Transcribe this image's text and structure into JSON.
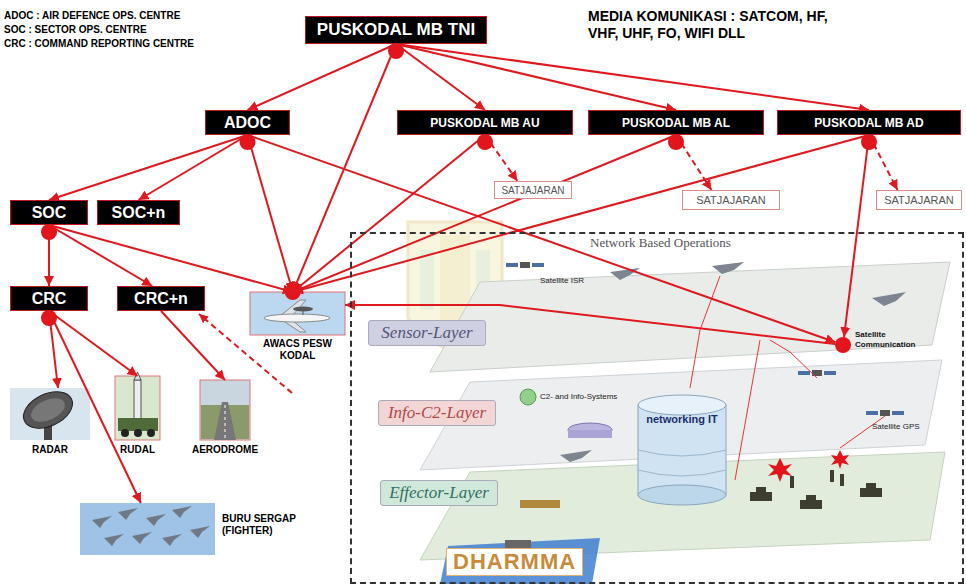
{
  "diagram": {
    "nodes": [
      {
        "text": [
          "PUSKODAL MB TNI"
        ]
      },
      {
        "text": [
          "ADOC"
        ]
      },
      {
        "text": [
          "PUSKODAL MB AU"
        ]
      },
      {
        "text": [
          "PUSKODAL MB AL"
        ]
      },
      {
        "text": [
          "PUSKODAL MB AD"
        ]
      },
      {
        "text": [
          "SATJAJARAN"
        ]
      },
      {
        "text": [
          "SATJAJARAN"
        ]
      },
      {
        "text": [
          "SATJAJARAN"
        ]
      },
      {
        "text": [
          "SOC"
        ]
      },
      {
        "text": [
          "SOC+n"
        ]
      },
      {
        "text": [
          "CRC"
        ]
      },
      {
        "text": [
          "CRC+n"
        ]
      },
      {
        "text": [
          "AWACS PESW KODAL"
        ]
      },
      {
        "text": [
          "RADAR"
        ]
      },
      {
        "text": [
          "RUDAL"
        ]
      },
      {
        "text": [
          "AERODROME"
        ]
      },
      {
        "text": [
          "BURU SERGAP (FIGHTER)"
        ]
      },
      {
        "text": [
          "Network Based Operations"
        ]
      },
      {
        "text": [
          "Sensor-Layer"
        ],
        "in": 17
      },
      {
        "text": [
          "Satellite Communication"
        ],
        "in": 17
      },
      {
        "text": [
          "C2- and Info-Systems"
        ],
        "in": 17
      },
      {
        "text": [
          "Info-C2-Layer"
        ],
        "in": 17
      },
      {
        "text": [
          "networking IT"
        ],
        "in": 17
      },
      {
        "text": [
          "Effector-Layer"
        ],
        "in": 17
      }
    ],
    "edges": [
      {
        "from": 0,
        "to": 1,
        "arrow": "to"
      },
      {
        "from": 0,
        "to": 2,
        "arrow": "to"
      },
      {
        "from": 0,
        "to": 3,
        "arrow": "to"
      },
      {
        "from": 0,
        "to": 4,
        "arrow": "to"
      },
      {
        "from": 0,
        "to": 12,
        "arrow": "to"
      },
      {
        "from": 1,
        "to": 8,
        "arrow": "to"
      },
      {
        "from": 1,
        "to": 9,
        "arrow": "to"
      },
      {
        "from": 1,
        "to": 12,
        "arrow": "to"
      },
      {
        "from": 1,
        "to": 19,
        "arrow": "to"
      },
      {
        "from": 2,
        "to": 5,
        "arrow": "to"
      },
      {
        "from": 2,
        "to": 12,
        "arrow": "to"
      },
      {
        "from": 3,
        "to": 6,
        "arrow": "to"
      },
      {
        "from": 3,
        "to": 12,
        "arrow": "to"
      },
      {
        "from": 4,
        "to": 7,
        "arrow": "to"
      },
      {
        "from": 4,
        "to": 12,
        "arrow": "to"
      },
      {
        "from": 4,
        "to": 19,
        "arrow": "to"
      },
      {
        "from": 8,
        "to": 10,
        "arrow": "to"
      },
      {
        "from": 8,
        "to": 11,
        "arrow": "to"
      },
      {
        "from": 8,
        "to": 12,
        "arrow": "to"
      },
      {
        "from": 10,
        "to": 13,
        "arrow": "both"
      },
      {
        "from": 10,
        "to": 14,
        "arrow": "to"
      },
      {
        "from": 10,
        "to": 16,
        "arrow": "both"
      },
      {
        "from": 11,
        "to": 15,
        "arrow": "to"
      },
      {
        "from": 19,
        "to": 12,
        "arrow": "to"
      }
    ],
    "labels": [
      "ADOC : AIR DEFENCE OPS. CENTRE",
      "SOC : SECTOR OPS. CENTRE",
      "CRC : COMMAND REPORTING CENTRE",
      "MEDIA KOMUNIKASI : SATCOM, HF, VHF, UHF, FO, WIFI DLL",
      "Satellite ISR",
      "Satellite GPS",
      "DHARMMA"
    ]
  }
}
